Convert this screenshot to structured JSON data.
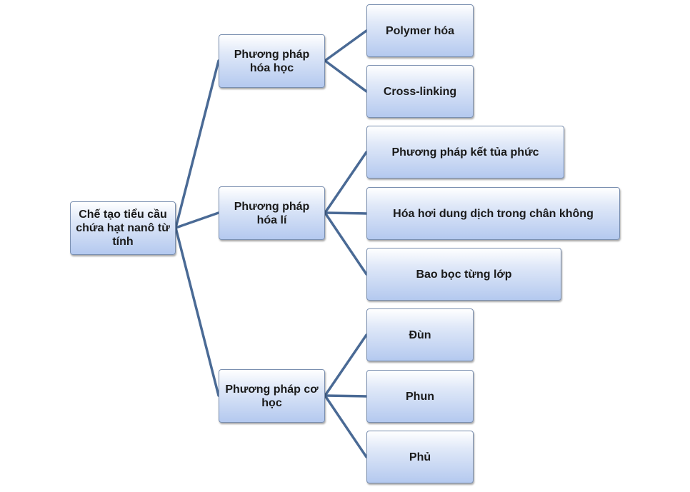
{
  "root": {
    "label": "Chế tạo tiểu cầu chứa hạt nanô từ tính"
  },
  "branches": [
    {
      "label": "Phương pháp hóa học",
      "children": [
        "Polymer hóa",
        "Cross-linking"
      ]
    },
    {
      "label": "Phương pháp hóa lí",
      "children": [
        "Phương pháp kết tủa phức",
        "Hóa hơi dung dịch trong chân không",
        "Bao bọc từng lớp"
      ]
    },
    {
      "label": "Phương pháp cơ học",
      "children": [
        "Đùn",
        "Phun",
        "Phủ"
      ]
    }
  ],
  "colors": {
    "connector": "#4a6a95",
    "box_border": "#7a8fb0",
    "box_fill_top": "#ffffff",
    "box_fill_bottom": "#b4c9ef"
  }
}
